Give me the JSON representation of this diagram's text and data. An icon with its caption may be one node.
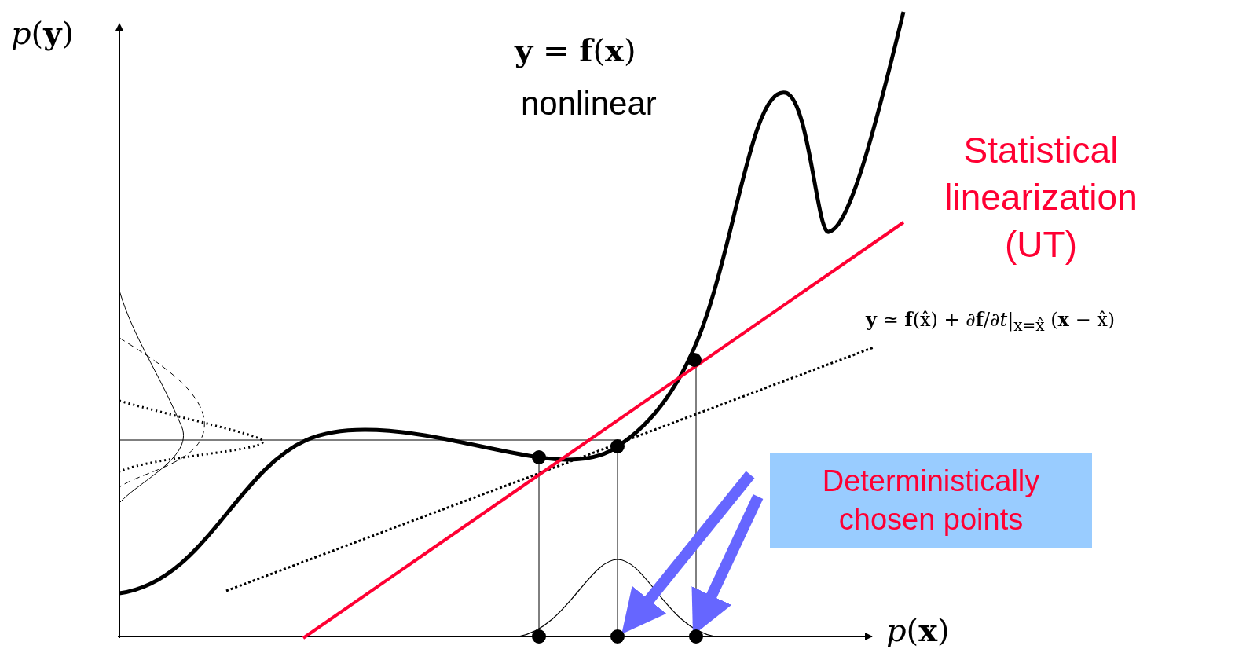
{
  "diagram": {
    "nodes": [
      {
        "text": [
          "Deterministically chosen points"
        ]
      },
      {
        "text": [],
        "shape": "circle"
      },
      {
        "text": [],
        "shape": "circle"
      },
      {
        "text": [],
        "shape": "circle"
      }
    ],
    "edges": [
      {
        "from": 0,
        "to": 2,
        "arrow": "to"
      },
      {
        "from": 0,
        "to": 3,
        "arrow": "to"
      }
    ],
    "labels": [
      "*p*(**y**)",
      "**y** = **f**(**x**)",
      "nonlinear",
      "Statistical linearization (UT)",
      "**y** ≃ **f**(x̂) + ∂**f**/∂*t*|$_{x=x̂}$ (**x** − x̂)",
      "*p*(**x**)"
    ]
  }
}
